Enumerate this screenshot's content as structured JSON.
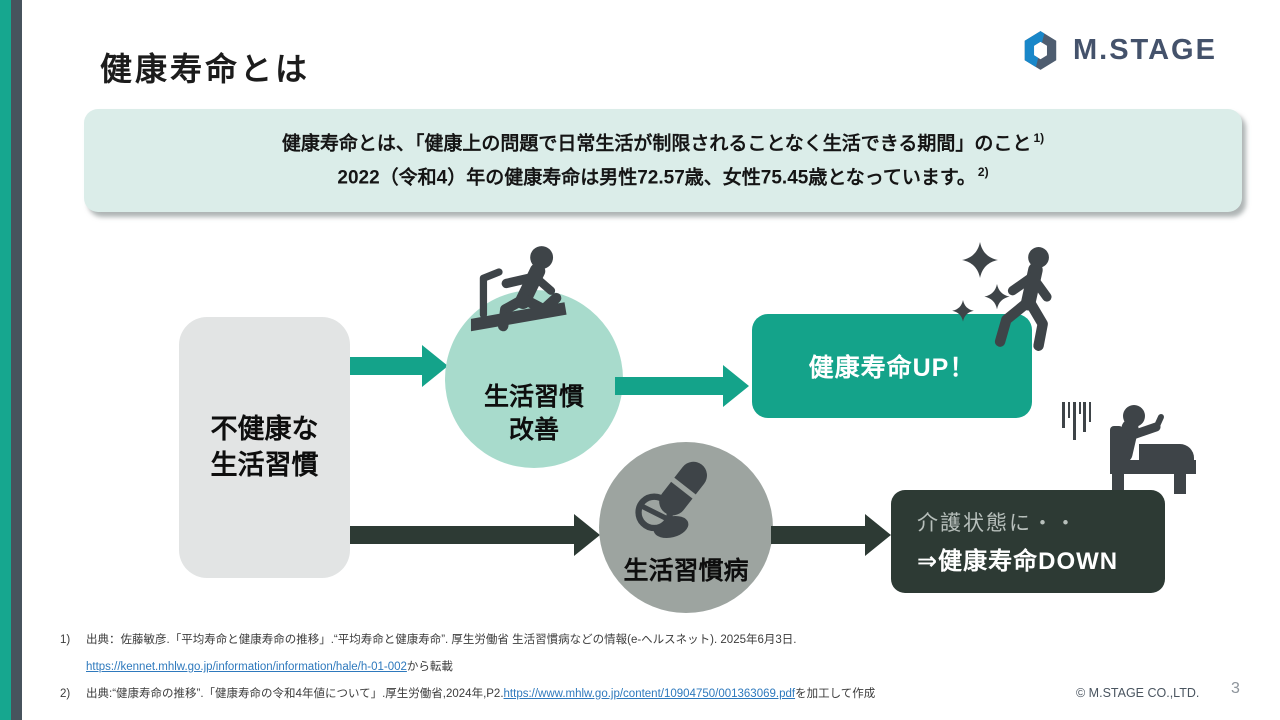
{
  "title": "健康寿命とは",
  "logo": {
    "text": "M.STAGE"
  },
  "info_box": {
    "line1": "健康寿命とは、「健康上の問題で日常生活が制限されることなく生活できる期間」のこと",
    "line1_sup": "1)",
    "line2": "2022（令和4）年の健康寿命は男性72.57歳、女性75.45歳となっています。",
    "line2_sup": "2)"
  },
  "diagram": {
    "start_box": {
      "line1": "不健康な",
      "line2": "生活習慣"
    },
    "improve_circle": {
      "line1": "生活習慣",
      "line2": "改善",
      "icon": "treadmill-runner-icon"
    },
    "up_box": {
      "label": "健康寿命UP！",
      "icon": "walking-person-icon"
    },
    "disease_circle": {
      "label": "生活習慣病",
      "icon": "pills-icon"
    },
    "down_box": {
      "line1": "介護状態に・・",
      "line2": "⇒健康寿命DOWN",
      "icon": "patient-in-bed-icon"
    }
  },
  "footnotes": [
    {
      "num": "1)",
      "text": "出典：佐藤敏彦.「平均寿命と健康寿命の推移」.“平均寿命と健康寿命”. 厚生労働省 生活習慣病などの情報(e-ヘルスネット). 2025年6月3日.",
      "link": "https://kennet.mhlw.go.jp/information/information/hale/h-01-002",
      "after_link": "から転載"
    },
    {
      "num": "2)",
      "text": "出典:“健康寿命の推移”.「健康寿命の令和4年値について」.厚生労働省,2024年,P2.",
      "link": "https://www.mhlw.go.jp/content/10904750/001363069.pdf",
      "after_link": "を加工して作成"
    }
  ],
  "footer": {
    "copyright": "© M.STAGE CO.,LTD.",
    "page_number": "3"
  },
  "colors": {
    "accent_teal": "#14a38a",
    "sidebar_teal": "#16a78f",
    "sidebar_dark": "#47535d",
    "light_teal_circle": "#a8dbcc",
    "info_box_bg": "#dbede9",
    "gray_circle": "#9da4a0",
    "gray_box": "#e2e4e4",
    "dark_slate": "#2d3a34",
    "icon_gray": "#3e4448",
    "link_blue": "#2e79bd",
    "logo_blue": "#1987c9",
    "logo_navy": "#4e5d70",
    "logo_text": "#44526b"
  }
}
